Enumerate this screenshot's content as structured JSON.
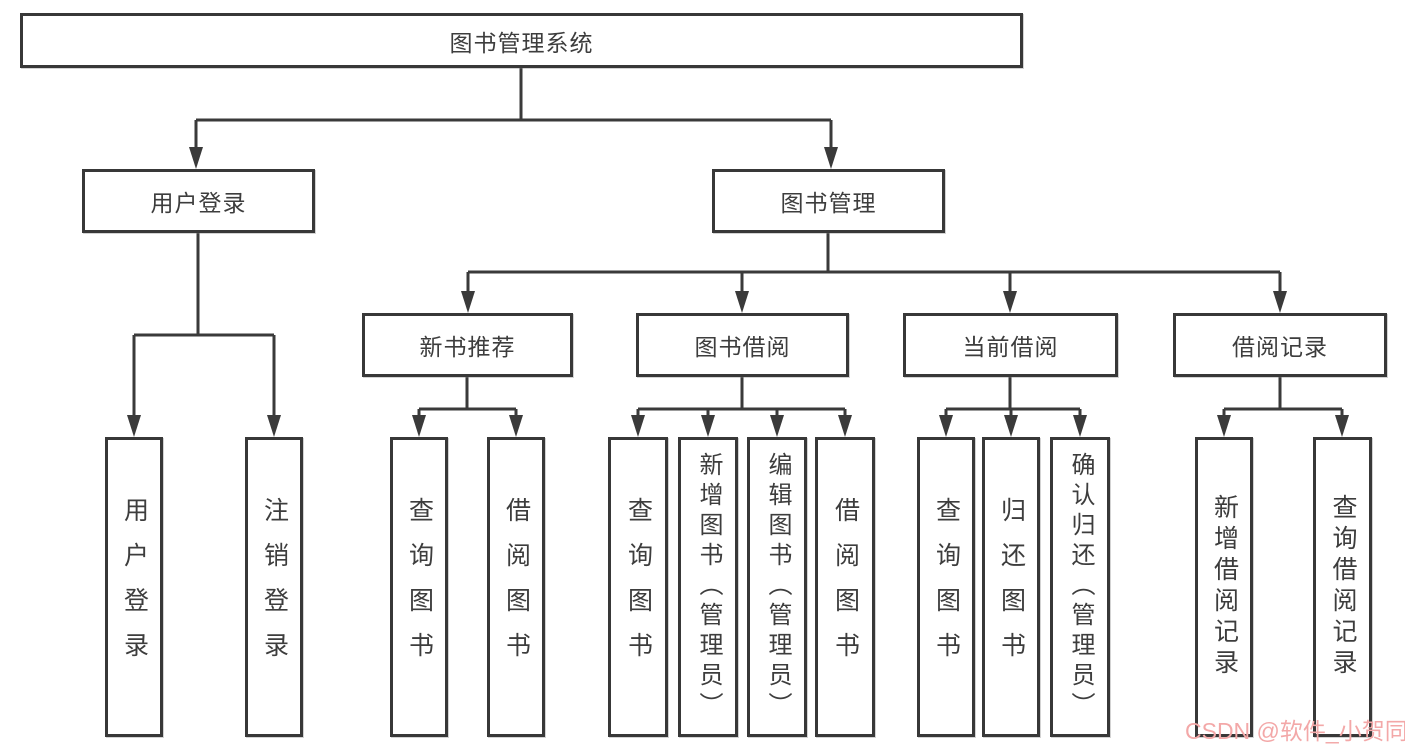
{
  "tree": {
    "root": "图书管理系统",
    "level2": [
      "用户登录",
      "图书管理"
    ],
    "level3": [
      "新书推荐",
      "图书借阅",
      "当前借阅",
      "借阅记录"
    ],
    "leaves_login": [
      "用户登录",
      "注销登录"
    ],
    "leaves_newbook": [
      "查询图书",
      "借阅图书"
    ],
    "leaves_borrow": [
      "查询图书",
      "新增图书（管理员）",
      "编辑图书（管理员）",
      "借阅图书"
    ],
    "leaves_current": [
      "查询图书",
      "归还图书",
      "确认归还（管理员）"
    ],
    "leaves_records": [
      "新增借阅记录",
      "查询借阅记录"
    ]
  },
  "watermark": {
    "text": "CSDN @软件_小贺同学",
    "color": "#f3a8a8"
  },
  "colors": {
    "line": "#3a3a3a",
    "text": "#3d3d3d",
    "background": "#ffffff"
  }
}
